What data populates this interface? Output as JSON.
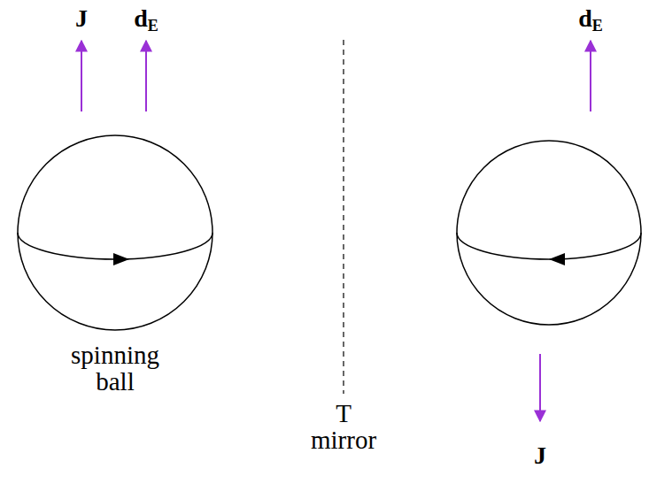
{
  "diagram": {
    "labels": [
      "J",
      "dE",
      "spinning ball",
      "T mirror",
      "dE",
      "J"
    ]
  }
}
